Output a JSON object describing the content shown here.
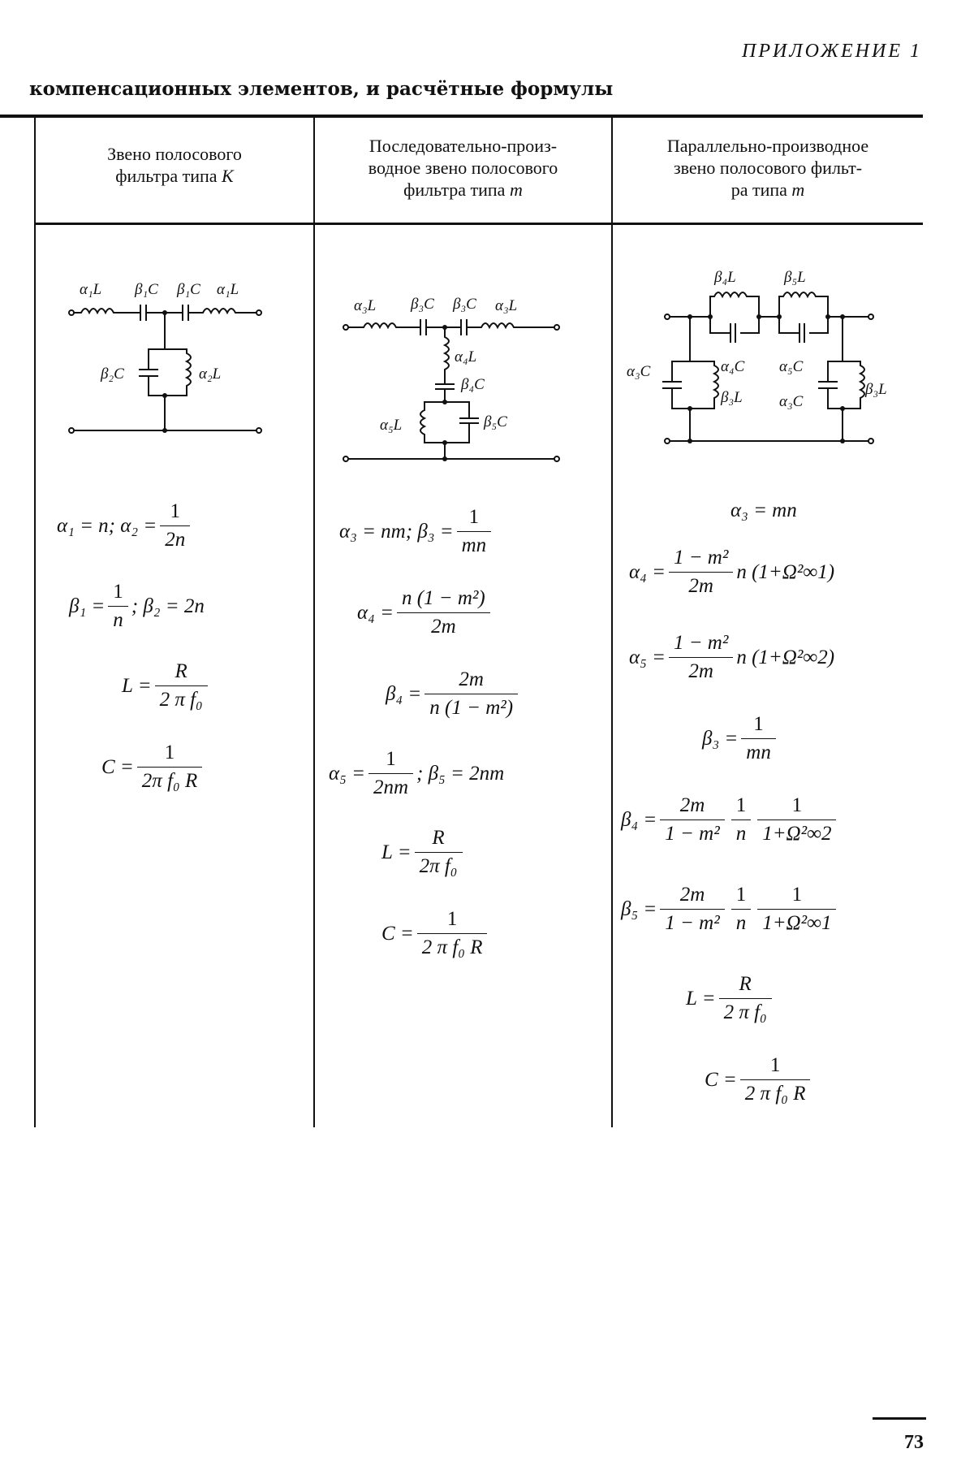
{
  "page": {
    "appendix_label": "ПРИЛОЖЕНИЕ 1",
    "subtitle": "компенсационных элементов, и расчётные формулы",
    "page_number": "73"
  },
  "columns": [
    {
      "header_lines": [
        "Звено полосового",
        "фильтра типа"
      ],
      "header_var": "K"
    },
    {
      "header_lines": [
        "Последовательно-произ-",
        "водное звено полосового",
        "фильтра типа"
      ],
      "header_var": "m"
    },
    {
      "header_lines": [
        "Параллельно-производное",
        "звено полосового фильт-",
        "ра типа"
      ],
      "header_var": "m"
    }
  ],
  "circuits": {
    "col1": [
      "α₁L",
      "β₁C",
      "β₁C",
      "α₁L",
      "β₂C",
      "α₂L"
    ],
    "col2": [
      "α₃L",
      "β₃C",
      "β₃C",
      "α₃L",
      "α₄L",
      "β₄C",
      "α₅L",
      "β₅C"
    ],
    "col3": [
      "β₄L",
      "β₅L",
      "α₃C",
      "α₄C",
      "α₅C",
      "β₃L",
      "α₃C",
      "β₃L"
    ]
  },
  "formulas": {
    "col1": {
      "f1_lhs": "α₁ = n;   α₂ =",
      "f1_num": "1",
      "f1_den": "2n",
      "f2_lhs": "β₁ =",
      "f2_num": "1",
      "f2_den": "n",
      "f2_rest": ";   β₂ = 2n",
      "f3_lhs": "L =",
      "f3_num": "R",
      "f3_den": "2 π f₀",
      "f4_lhs": "C =",
      "f4_num": "1",
      "f4_den": "2π f₀ R"
    },
    "col2": {
      "f1_lhs": "α₃ = nm;   β₃ =",
      "f1_num": "1",
      "f1_den": "mn",
      "f2_lhs": "α₄ =",
      "f2_num": "n (1 − m²)",
      "f2_den": "2m",
      "f3_lhs": "β₄ =",
      "f3_num": "2m",
      "f3_den": "n (1 − m²)",
      "f4_lhs": "α₅ =",
      "f4_num": "1",
      "f4_den": "2nm",
      "f4_rest": ";   β₅ = 2nm",
      "f5_lhs": "L =",
      "f5_num": "R",
      "f5_den": "2π f₀",
      "f6_lhs": "C =",
      "f6_num": "1",
      "f6_den": "2 π f₀ R"
    },
    "col3": {
      "f1": "α₃ = mn",
      "f2_lhs": "α₄ =",
      "f2_num": "1 − m²",
      "f2_den": "2m",
      "f2_rest": "n (1+Ω²∞1)",
      "f3_lhs": "α₅ =",
      "f3_num": "1 − m²",
      "f3_den": "2m",
      "f3_rest": "n (1+Ω²∞2)",
      "f4_lhs": "β₃ =",
      "f4_num": "1",
      "f4_den": "mn",
      "f5_lhs": "β₄ =",
      "f5_a_num": "2m",
      "f5_a_den": "1 − m²",
      "f5_b_num": "1",
      "f5_b_den": "n",
      "f5_c_num": "1",
      "f5_c_den": "1+Ω²∞2",
      "f6_lhs": "β₅ =",
      "f6_a_num": "2m",
      "f6_a_den": "1 − m²",
      "f6_b_num": "1",
      "f6_b_den": "n",
      "f6_c_num": "1",
      "f6_c_den": "1+Ω²∞1",
      "f7_lhs": "L =",
      "f7_num": "R",
      "f7_den": "2 π f₀",
      "f8_lhs": "C =",
      "f8_num": "1",
      "f8_den": "2 π f₀ R"
    }
  }
}
